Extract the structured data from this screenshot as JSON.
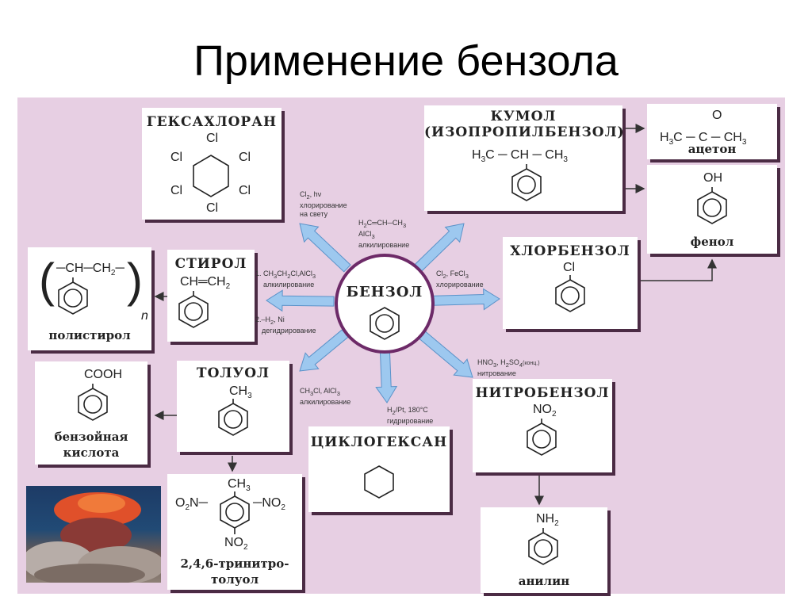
{
  "title": "Применение бензола",
  "center": {
    "label": "БЕНЗОЛ"
  },
  "boxes": {
    "hexachlorane": {
      "name": "ГЕКСАХЛОРАН",
      "atom": "Cl"
    },
    "cumene": {
      "name": "КУМОЛ",
      "name2": "(ИЗОПРОПИЛБЕНЗОЛ)",
      "formula_left": "H",
      "formula_mid": "C",
      "formula_ch": "CH",
      "formula_right": "CH"
    },
    "acetone": {
      "formula_left": "H",
      "formula_c": "C",
      "formula_right": "CH",
      "oxygen": "O",
      "caption": "ацетон"
    },
    "phenol": {
      "substituent": "OH",
      "caption": "фенол"
    },
    "chlorobenzene": {
      "name": "ХЛОРБЕНЗОЛ",
      "substituent": "Cl"
    },
    "styrene": {
      "name": "СТИРОЛ",
      "formula": "CH",
      "formula2": "CH"
    },
    "polystyrene": {
      "formula": "CH",
      "formula2": "CH",
      "index": "n",
      "caption": "полистирол"
    },
    "toluene": {
      "name": "ТОЛУОЛ",
      "substituent": "CH"
    },
    "benzoic_acid": {
      "substituent": "COOH",
      "caption1": "бензойная",
      "caption2": "кислота"
    },
    "tnt": {
      "methyl": "CH",
      "nitro": "NO",
      "nitro_left": "O",
      "caption1": "2,4,6-тринитро-",
      "caption2": "толуол"
    },
    "cyclohexane": {
      "name": "ЦИКЛОГЕКСАН"
    },
    "nitrobenzene": {
      "name": "НИТРОБЕНЗОЛ",
      "substituent": "NO"
    },
    "aniline": {
      "substituent": "NH",
      "caption": "анилин"
    }
  },
  "reactions": {
    "chlorination_light": {
      "line1": "Cl",
      "line1b": ", hν",
      "line2": "хлорирование",
      "line3": "на свету"
    },
    "alkylation_propene": {
      "line1": "H",
      "line1b": "C═CH─CH",
      "line2": "AlCl",
      "line3": "алкилирование"
    },
    "chlorination_fecl3": {
      "line1": "Cl",
      "line1b": ", FeCl",
      "line2": "хлорирование"
    },
    "alkylation_ethyl": {
      "line1": "1. CH",
      "line1b": "CH",
      "line1c": "Cl,AlCl",
      "line2": "алкилирование"
    },
    "dehydrogenation": {
      "line1": "2.–H",
      "line1b": ", Ni",
      "line2": "дегидрирование"
    },
    "alkylation_methyl": {
      "line1": "CH",
      "line1b": "Cl, AlCl",
      "line2": "алкилирование"
    },
    "hydrogenation": {
      "line1": "H",
      "line1b": "/Pt, 180°C",
      "line2": "гидрирование"
    },
    "nitration": {
      "line1": "HNO",
      "line1b": ", H",
      "line1c": "SO",
      "line1d": "(конц.)",
      "line2": "нитрование"
    }
  },
  "subscripts": {
    "two": "2",
    "three": "3",
    "four": "4"
  },
  "photo": {
    "name": "explosion-photo"
  }
}
